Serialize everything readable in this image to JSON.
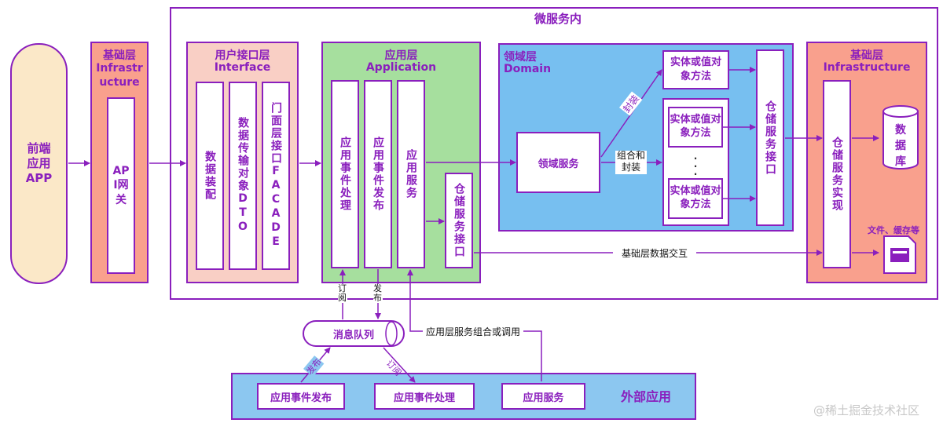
{
  "microservice": {
    "title": "微服务内"
  },
  "frontend": {
    "label": "前端\n应用\nAPP"
  },
  "infra_left": {
    "title_cn": "基础层",
    "title_en": "Infrastructure",
    "gateway": "API网关"
  },
  "interface_layer": {
    "title_cn": "用户接口层",
    "title_en": "Interface",
    "col1": "数据装配",
    "col2": "数据传输对象DTO",
    "col3": "门面层接口FACADE"
  },
  "application_layer": {
    "title_cn": "应用层",
    "title_en": "Application",
    "col1": "应用事件处理",
    "col2": "应用事件发布",
    "col3": "应用服务",
    "repo": "仓储服务接口"
  },
  "domain_layer": {
    "title_cn": "领域层",
    "title_en": "Domain",
    "service": "领域服务",
    "entity_top": "实体或值对象方法",
    "entity_mid": "实体或值对象方法",
    "entity_bottom": "实体或值对象方法",
    "dots": ".\n.\n.",
    "repo": "仓储服务接口",
    "edge_wrap": "封装",
    "edge_compose": "组合和\n封装"
  },
  "infra_right": {
    "title_cn": "基础层",
    "title_en": "Infrastructure",
    "repo_impl": "仓储服务实现",
    "db": "数据库",
    "files": "文件、缓存等"
  },
  "edges": {
    "infra_data": "基础层数据交互",
    "subscribe": "订阅",
    "publish": "发布",
    "app_compose": "应用层服务组合或调用",
    "ext_publish": "发布",
    "ext_subscribe": "订阅"
  },
  "queue": {
    "label": "消息队列"
  },
  "external": {
    "title": "外部应用",
    "publish": "应用事件发布",
    "handle": "应用事件处理",
    "service": "应用服务"
  },
  "watermark": "@稀土掘金技术社区",
  "colors": {
    "purple": "#8a1fbd",
    "frontend_fill": "#fbe8c8",
    "infra_fill": "#f9a08d",
    "interface_fill": "#f9cfc5",
    "app_fill": "#a6df9e",
    "domain_fill": "#77bff0",
    "external_fill": "#8cc7f0"
  }
}
